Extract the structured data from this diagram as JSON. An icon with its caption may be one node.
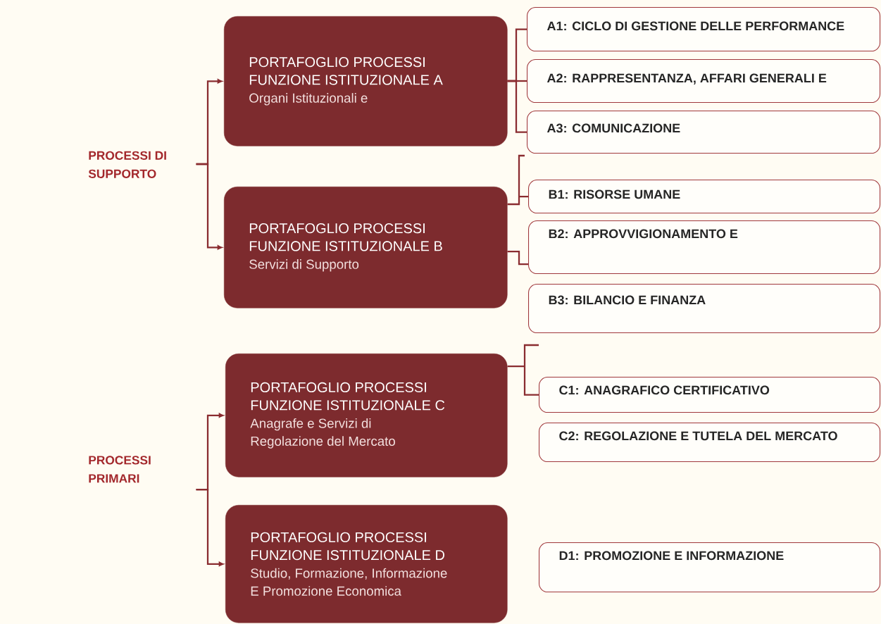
{
  "diagram": {
    "nodes": [
      {
        "text": [
          "PROCESSI DI SUPPORTO"
        ]
      },
      {
        "text": [
          "PORTAFOGLIO PROCESSI FUNZIONE ISTITUZIONALE A",
          "Organi Istituzionali e"
        ]
      },
      {
        "text": [
          "PORTAFOGLIO PROCESSI FUNZIONE ISTITUZIONALE B",
          "Servizi di Supporto"
        ]
      },
      {
        "text": [
          "PROCESSI PRIMARI"
        ]
      },
      {
        "text": [
          "PORTAFOGLIO PROCESSI FUNZIONE ISTITUZIONALE C",
          "Anagrafe e Servizi di Regolazione del Mercato"
        ]
      },
      {
        "text": [
          "PORTAFOGLIO PROCESSI FUNZIONE ISTITUZIONALE D",
          "Studio, Formazione, Informazione E Promozione Economica"
        ]
      },
      {
        "text": [
          "A1: CICLO DI GESTIONE DELLE PERFORMANCE"
        ]
      },
      {
        "text": [
          "A2: RAPPRESENTANZA, AFFARI GENERALI E"
        ]
      },
      {
        "text": [
          "A3: COMUNICAZIONE"
        ]
      },
      {
        "text": [
          "B1: RISORSE UMANE"
        ]
      },
      {
        "text": [
          "B2: APPROVVIGIONAMENTO E"
        ]
      },
      {
        "text": [
          "B3: BILANCIO E FINANZA"
        ]
      },
      {
        "text": [
          "C1: ANAGRAFICO CERTIFICATIVO"
        ]
      },
      {
        "text": [
          "C2: REGOLAZIONE E TUTELA DEL MERCATO"
        ]
      },
      {
        "text": [
          "D1: PROMOZIONE E INFORMAZIONE"
        ]
      }
    ],
    "edges": [
      {
        "from": 0,
        "to": 1,
        "arrow": "to"
      },
      {
        "from": 0,
        "to": 2,
        "arrow": "to"
      },
      {
        "from": 3,
        "to": 4,
        "arrow": "to"
      },
      {
        "from": 3,
        "to": 5,
        "arrow": "to"
      },
      {
        "from": 1,
        "to": 6,
        "arrow": "none"
      },
      {
        "from": 1,
        "to": 7,
        "arrow": "none"
      },
      {
        "from": 1,
        "to": 8,
        "arrow": "none"
      },
      {
        "from": 2,
        "to": 9,
        "arrow": "none"
      },
      {
        "from": 2,
        "to": 10,
        "arrow": "none"
      },
      {
        "from": 4,
        "to": 12,
        "arrow": "none"
      }
    ]
  }
}
